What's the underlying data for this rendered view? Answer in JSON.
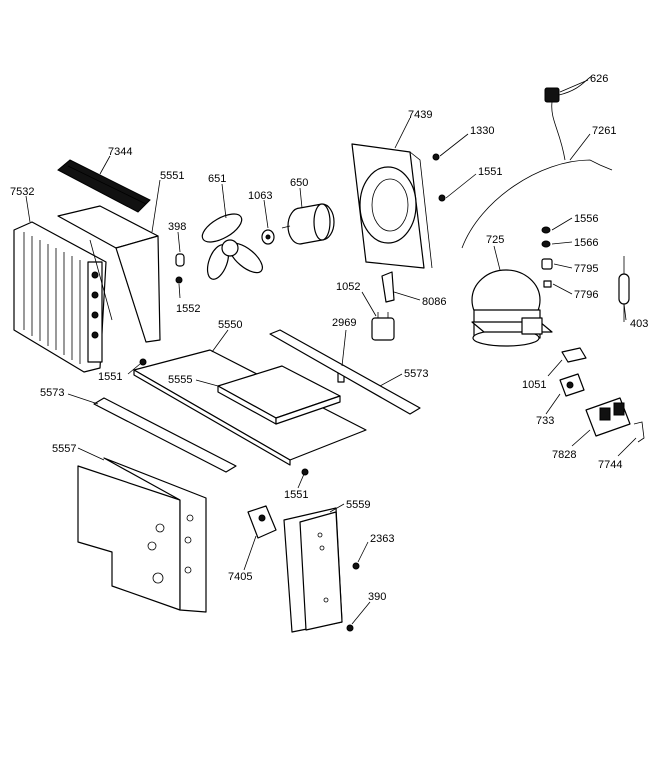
{
  "labels": {
    "p626": "626",
    "p7439": "7439",
    "p1330": "1330",
    "p7261": "7261",
    "p7344": "7344",
    "p7532": "7532",
    "p651": "651",
    "p1063": "1063",
    "p650": "650",
    "p5551": "5551",
    "p398": "398",
    "p1551a": "1551",
    "p1556": "1556",
    "p1566": "1566",
    "p725": "725",
    "p7795": "7795",
    "p7796": "7796",
    "p403": "403",
    "p1552": "1552",
    "p1052": "1052",
    "p8086": "8086",
    "p2969": "2969",
    "p5550": "5550",
    "p1551b": "1551",
    "p5555": "5555",
    "p5573a": "5573",
    "p5573b": "5573",
    "p1051": "1051",
    "p733": "733",
    "p7828": "7828",
    "p7744": "7744",
    "p5557": "5557",
    "p1551c": "1551",
    "p5559": "5559",
    "p2363": "2363",
    "p7405": "7405",
    "p390": "390"
  }
}
